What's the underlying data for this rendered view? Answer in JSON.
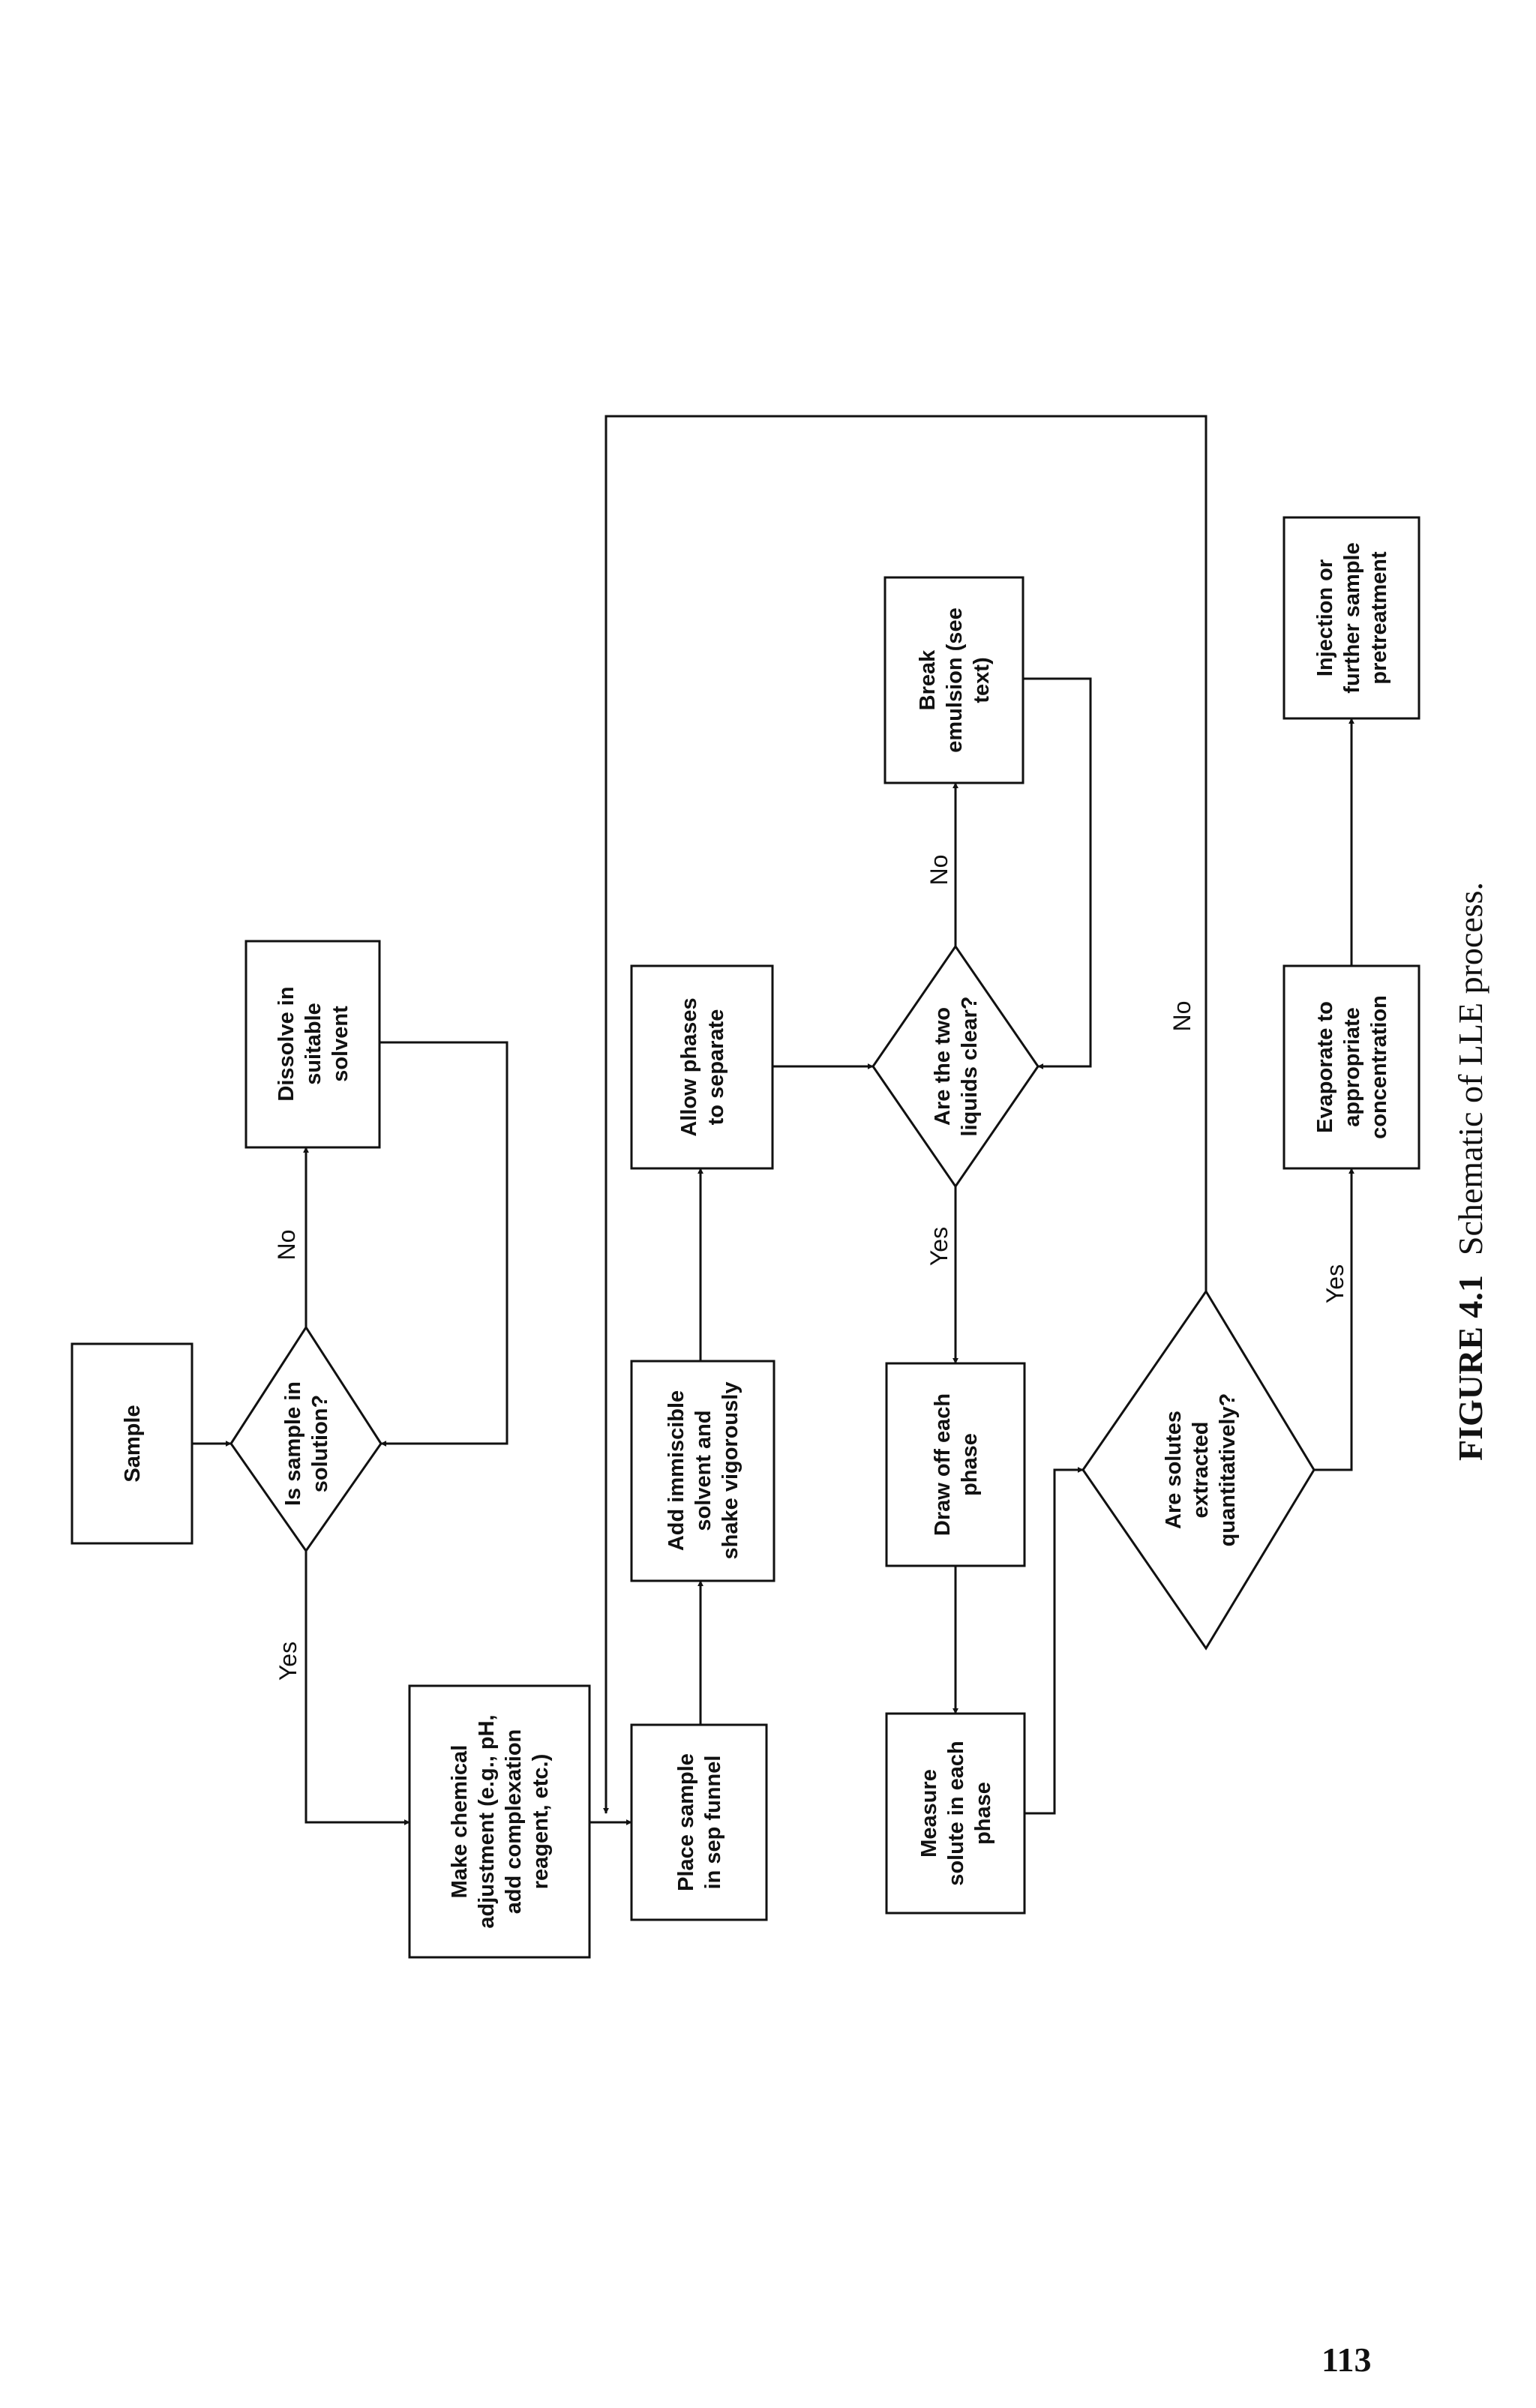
{
  "nodes": {
    "sample": [
      "Sample"
    ],
    "is_in_solution": [
      "Is sample in",
      "solution?"
    ],
    "dissolve": [
      "Dissolve in",
      "suitable",
      "solvent"
    ],
    "chemical_adjust": [
      "Make chemical",
      "adjustment (e.g., pH,",
      "add complexation",
      "reagent, etc.)"
    ],
    "place_sample": [
      "Place sample",
      "in sep funnel"
    ],
    "add_solvent": [
      "Add immiscible",
      "solvent and",
      "shake vigorously"
    ],
    "allow_phases": [
      "Allow phases",
      "to separate"
    ],
    "liquids_clear": [
      "Are the two",
      "liquids clear?"
    ],
    "break_emulsion": [
      "Break",
      "emulsion (see",
      "text)"
    ],
    "draw_off": [
      "Draw off each",
      "phase"
    ],
    "measure": [
      "Measure",
      "solute in each",
      "phase"
    ],
    "extracted": [
      "Are solutes",
      "extracted",
      "quantitatively?"
    ],
    "evaporate": [
      "Evaporate to",
      "appropriate",
      "concentration"
    ],
    "injection": [
      "Injection or",
      "further sample",
      "pretreatment"
    ]
  },
  "edge_labels": {
    "solution_no": "No",
    "solution_yes": "Yes",
    "clear_no": "No",
    "clear_yes": "Yes",
    "extracted_no": "No",
    "extracted_yes": "Yes"
  },
  "caption": {
    "label": "FIGURE 4.1",
    "text": "Schematic of LLE process."
  },
  "page_number": "113"
}
